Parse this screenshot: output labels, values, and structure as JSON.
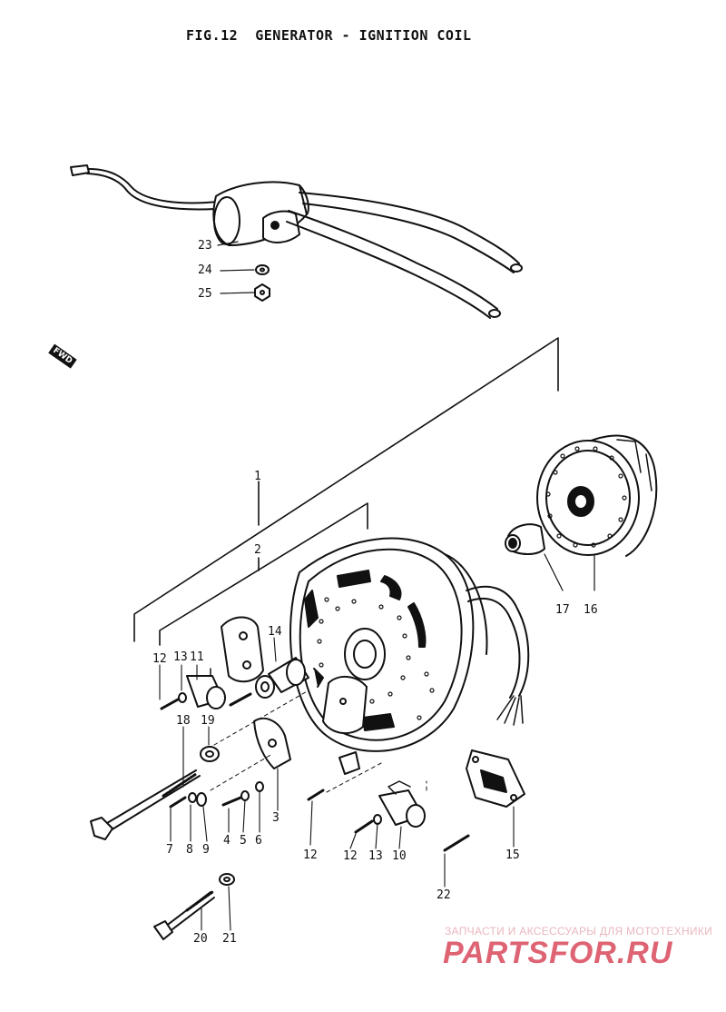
{
  "figure": {
    "title": "FIG.12  GENERATOR - IGNITION COIL",
    "forward_marker": "FWD"
  },
  "callouts": {
    "n1": "1",
    "n2": "2",
    "n3": "3",
    "n4": "4",
    "n5": "5",
    "n6": "6",
    "n7": "7",
    "n8": "8",
    "n9": "9",
    "n10": "10",
    "n11": "11",
    "n12a": "12",
    "n12b": "12",
    "n12c": "12",
    "n13a": "13",
    "n13b": "13",
    "n14": "14",
    "n15": "15",
    "n16": "16",
    "n17": "17",
    "n18": "18",
    "n19": "19",
    "n20": "20",
    "n21": "21",
    "n22": "22",
    "n23": "23",
    "n24": "24",
    "n25": "25"
  },
  "watermark": {
    "tagline": "ЗАПЧАСТИ И АКСЕССУАРЫ ДЛЯ МОТОТЕХНИКИ",
    "logo": "PARTSFOR.RU"
  }
}
